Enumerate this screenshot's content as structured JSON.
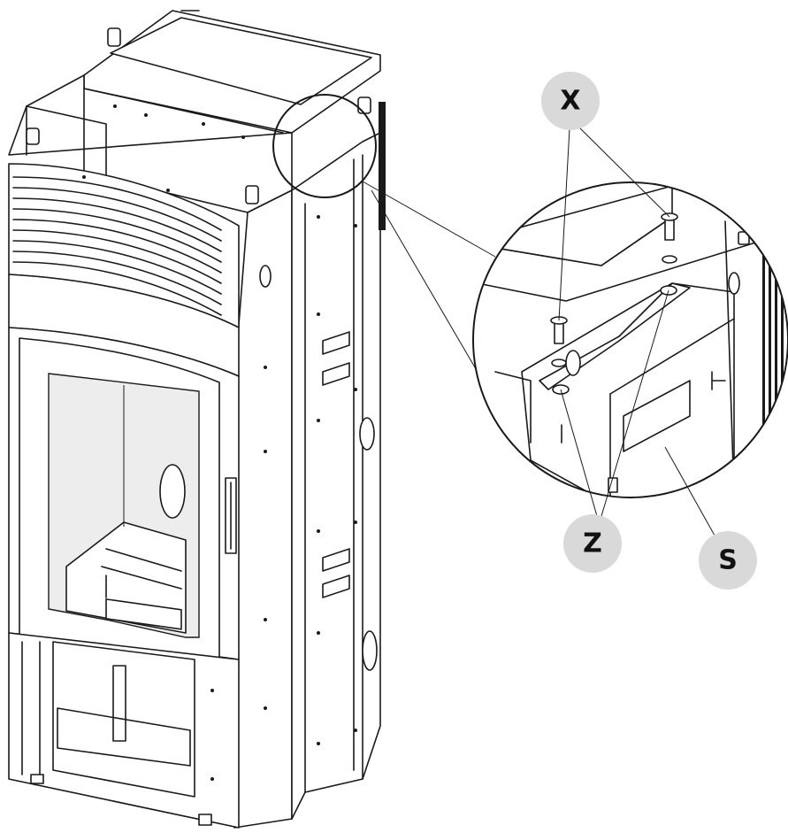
{
  "callouts": {
    "x": {
      "label": "X"
    },
    "z": {
      "label": "Z"
    },
    "s": {
      "label": "S"
    }
  },
  "colors": {
    "line": "#1a1a1a",
    "bubble": "#d9d9d9",
    "glass": "#ededed",
    "background": "#ffffff"
  }
}
